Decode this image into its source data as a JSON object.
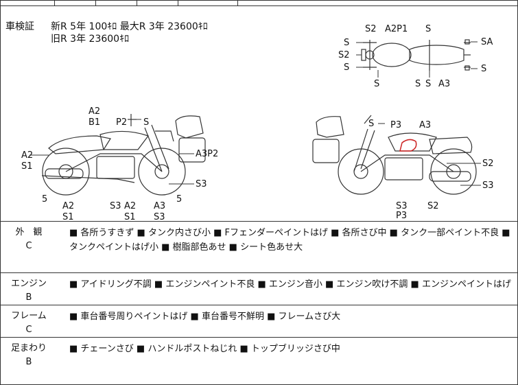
{
  "shaken": {
    "label": "車検証",
    "new_line": "新R  5年      100ｷﾛ     最大R  3年  23600ｷﾛ",
    "old_line": "旧R  3年  23600ｷﾛ"
  },
  "diagrams": {
    "top_view": [
      "S2",
      "A2P1",
      "S",
      "S",
      "SA",
      "S2",
      "S",
      "S",
      "S",
      "S",
      "S",
      "A3"
    ],
    "left_view": [
      "A2",
      "B1",
      "P2",
      "S",
      "A2",
      "S1",
      "A3P2",
      "S3",
      "5",
      "5",
      "A2",
      "S1",
      "S3",
      "A2",
      "S1",
      "A3",
      "S3"
    ],
    "right_view": [
      "S",
      "P3",
      "A3",
      "S2",
      "S3",
      "S3",
      "P3",
      "S2"
    ]
  },
  "sections": [
    {
      "name": "外　観",
      "rank": "C",
      "items": "■ 各所うすきず ■ タンク内さび小 ■ Fフェンダーペイントはげ ■ 各所さび中 ■ タンク一部ペイント不良 ■ タンクペイントはげ小 ■ 樹脂部色あせ ■ シート色あせ大"
    },
    {
      "name": "エンジン",
      "rank": "B",
      "items": "■ アイドリング不調 ■ エンジンペイント不良 ■ エンジン音小 ■ エンジン吹け不調 ■ エンジンペイントはげ"
    },
    {
      "name": "フレーム",
      "rank": "C",
      "items": "■ 車台番号周りペイントはげ ■ 車台番号不鮮明 ■ フレームさび大"
    },
    {
      "name": "足まわり",
      "rank": "B",
      "items": "■ チェーンさび ■ ハンドルポストねじれ ■ トップブリッジさび中"
    }
  ],
  "colors": {
    "line": "#333333",
    "marker": "#cc2222"
  }
}
